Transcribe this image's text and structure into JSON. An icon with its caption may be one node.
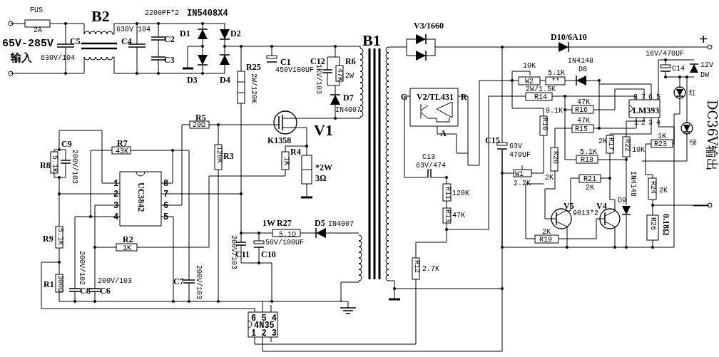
{
  "diagram": {
    "labels": [
      "FUS",
      "2200PF*2",
      "IN5408X4",
      "2A",
      "B2",
      "630V 104",
      "D1",
      "D2",
      "C5",
      "C4",
      "C2",
      "65V-285V",
      "输入",
      "630V/104",
      "C3",
      "D3",
      "D4",
      "B1",
      "V3/1660",
      "D10/6A10",
      "+",
      "R25",
      "2W/120K",
      "C1",
      "450V100UF",
      "C12",
      "1KV/103",
      "R6",
      "47K",
      "2W",
      "D7",
      "IN4007",
      "16V/470UF",
      "C14",
      "12V",
      "DW",
      "10K",
      "5.1K",
      "IN4148",
      "D8",
      "W2",
      "**",
      "2W/1.5K",
      "R14",
      "红",
      "DC36V输出",
      "G",
      "V2/TL431",
      "R",
      "A",
      "R5",
      "20Ω",
      "K1358",
      "V1",
      "C9",
      "200V/103",
      "R7",
      "43K",
      "R8",
      "5.1K",
      "1",
      "2",
      "3",
      "4",
      "UC3842",
      "8",
      "7",
      "6",
      "5",
      "R3",
      "120K",
      "R4",
      "1K",
      "*2W",
      "3Ω",
      "9.1K",
      "R10",
      "47K",
      "R16",
      "47K",
      "R15",
      "8",
      "7",
      "6",
      "5",
      "LM393",
      "1",
      "2",
      "3",
      "4",
      "C15",
      "2K",
      "R17",
      "R22",
      "1K",
      "R23",
      "绿",
      "63V",
      "10K",
      "470UF",
      "R20",
      "5.1K",
      "R18",
      "C13",
      "63V/474",
      "W1",
      "2.2K",
      "2K",
      "R21",
      "2K",
      "R11",
      "120K",
      "R13",
      "47K",
      "R24",
      "2K",
      "IN4148",
      "D9",
      "—",
      "V5",
      "9013*2",
      "V4",
      "2K",
      "R19",
      "R26",
      "0.18Ω",
      "R9",
      "5.1K",
      "R2",
      "1K",
      "1W",
      "R27",
      "5.1Ω",
      "D5",
      "IN4007",
      "200V/103",
      "50V/100UF",
      "C11",
      "C10",
      "200V/102",
      "200V/103",
      "R1",
      "300Ω",
      "C8",
      "C6",
      "C7",
      "200V/103",
      "R12",
      "2.7K",
      "6 5 4",
      "4N35",
      "1 2 3"
    ]
  }
}
